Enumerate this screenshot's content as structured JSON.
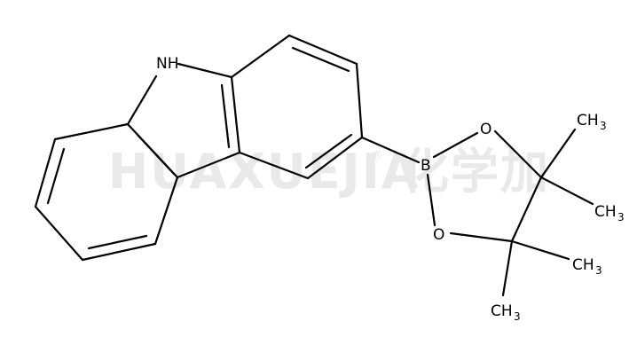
{
  "watermark": {
    "text": "HUAXUEJIA",
    "registered": "®",
    "cn_text": "化学加"
  },
  "atoms": {
    "nh": "NH",
    "b": "B",
    "o_top": "O",
    "o_bottom": "O",
    "ch3_1": {
      "main": "CH",
      "sub": "3"
    },
    "ch3_2": {
      "main": "CH",
      "sub": "3"
    },
    "ch3_3": {
      "main": "CH",
      "sub": "3"
    },
    "ch3_4": {
      "main": "CH",
      "sub": "3"
    }
  },
  "colors": {
    "bond": "#000000",
    "watermark": "#e9e9e9",
    "background": "#ffffff"
  }
}
